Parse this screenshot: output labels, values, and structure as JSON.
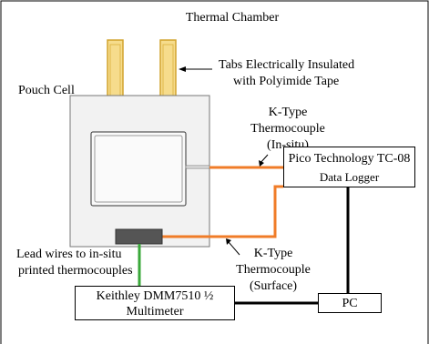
{
  "chamber": {
    "label": "Thermal Chamber"
  },
  "pouch_cell": {
    "label": "Pouch Cell"
  },
  "tabs_note": {
    "line1": "Tabs Electrically Insulated",
    "line2": "with Polyimide Tape"
  },
  "tc_insitu": {
    "line1": "K-Type",
    "line2": "Thermocouple",
    "line3": "(In-situ)"
  },
  "tc_surface": {
    "line1": "K-Type",
    "line2": "Thermocouple",
    "line3": "(Surface)"
  },
  "data_logger": {
    "line1": "Pico Technology TC-08",
    "line2": "Data Logger"
  },
  "lead_wires": {
    "line1": "Lead wires to in-situ",
    "line2": "printed thermocouples"
  },
  "multimeter": {
    "line1": "Keithley DMM7510 ½",
    "line2": "Multimeter"
  },
  "pc": {
    "label": "PC"
  },
  "colors": {
    "thermocouple_wire": "#f07c28",
    "lead_wire": "#3aa83a",
    "tab_fill": "#f6dc8c",
    "tab_stroke": "#d2a42e",
    "cell_fill": "#f2f2f2",
    "connector": "#555555"
  }
}
